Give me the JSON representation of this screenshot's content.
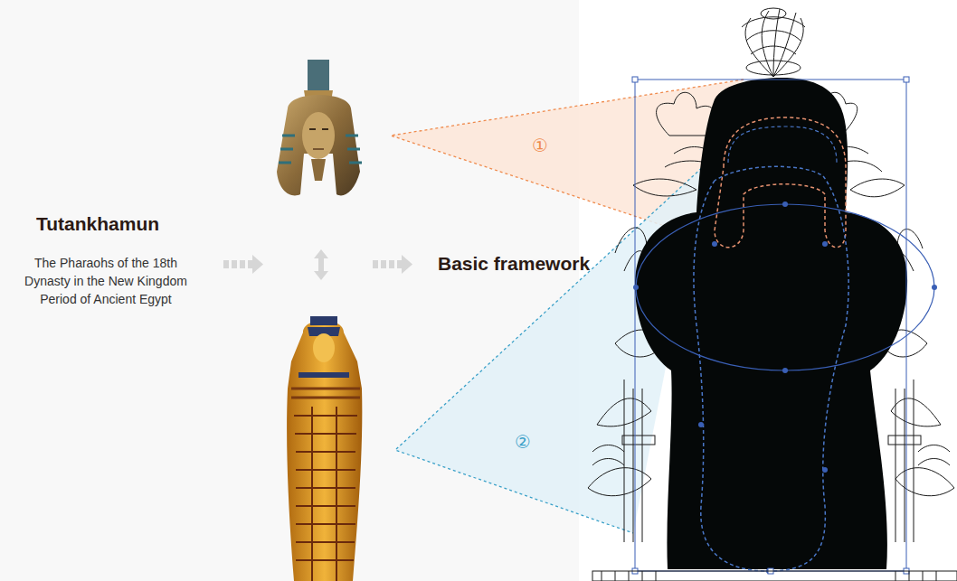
{
  "diagram": {
    "labels": [
      "Tutankhamun",
      "The Pharaohs of the 18th Dynasty in the New Kingdom Period of Ancient Egypt",
      "Basic framework",
      "①",
      "②"
    ]
  }
}
